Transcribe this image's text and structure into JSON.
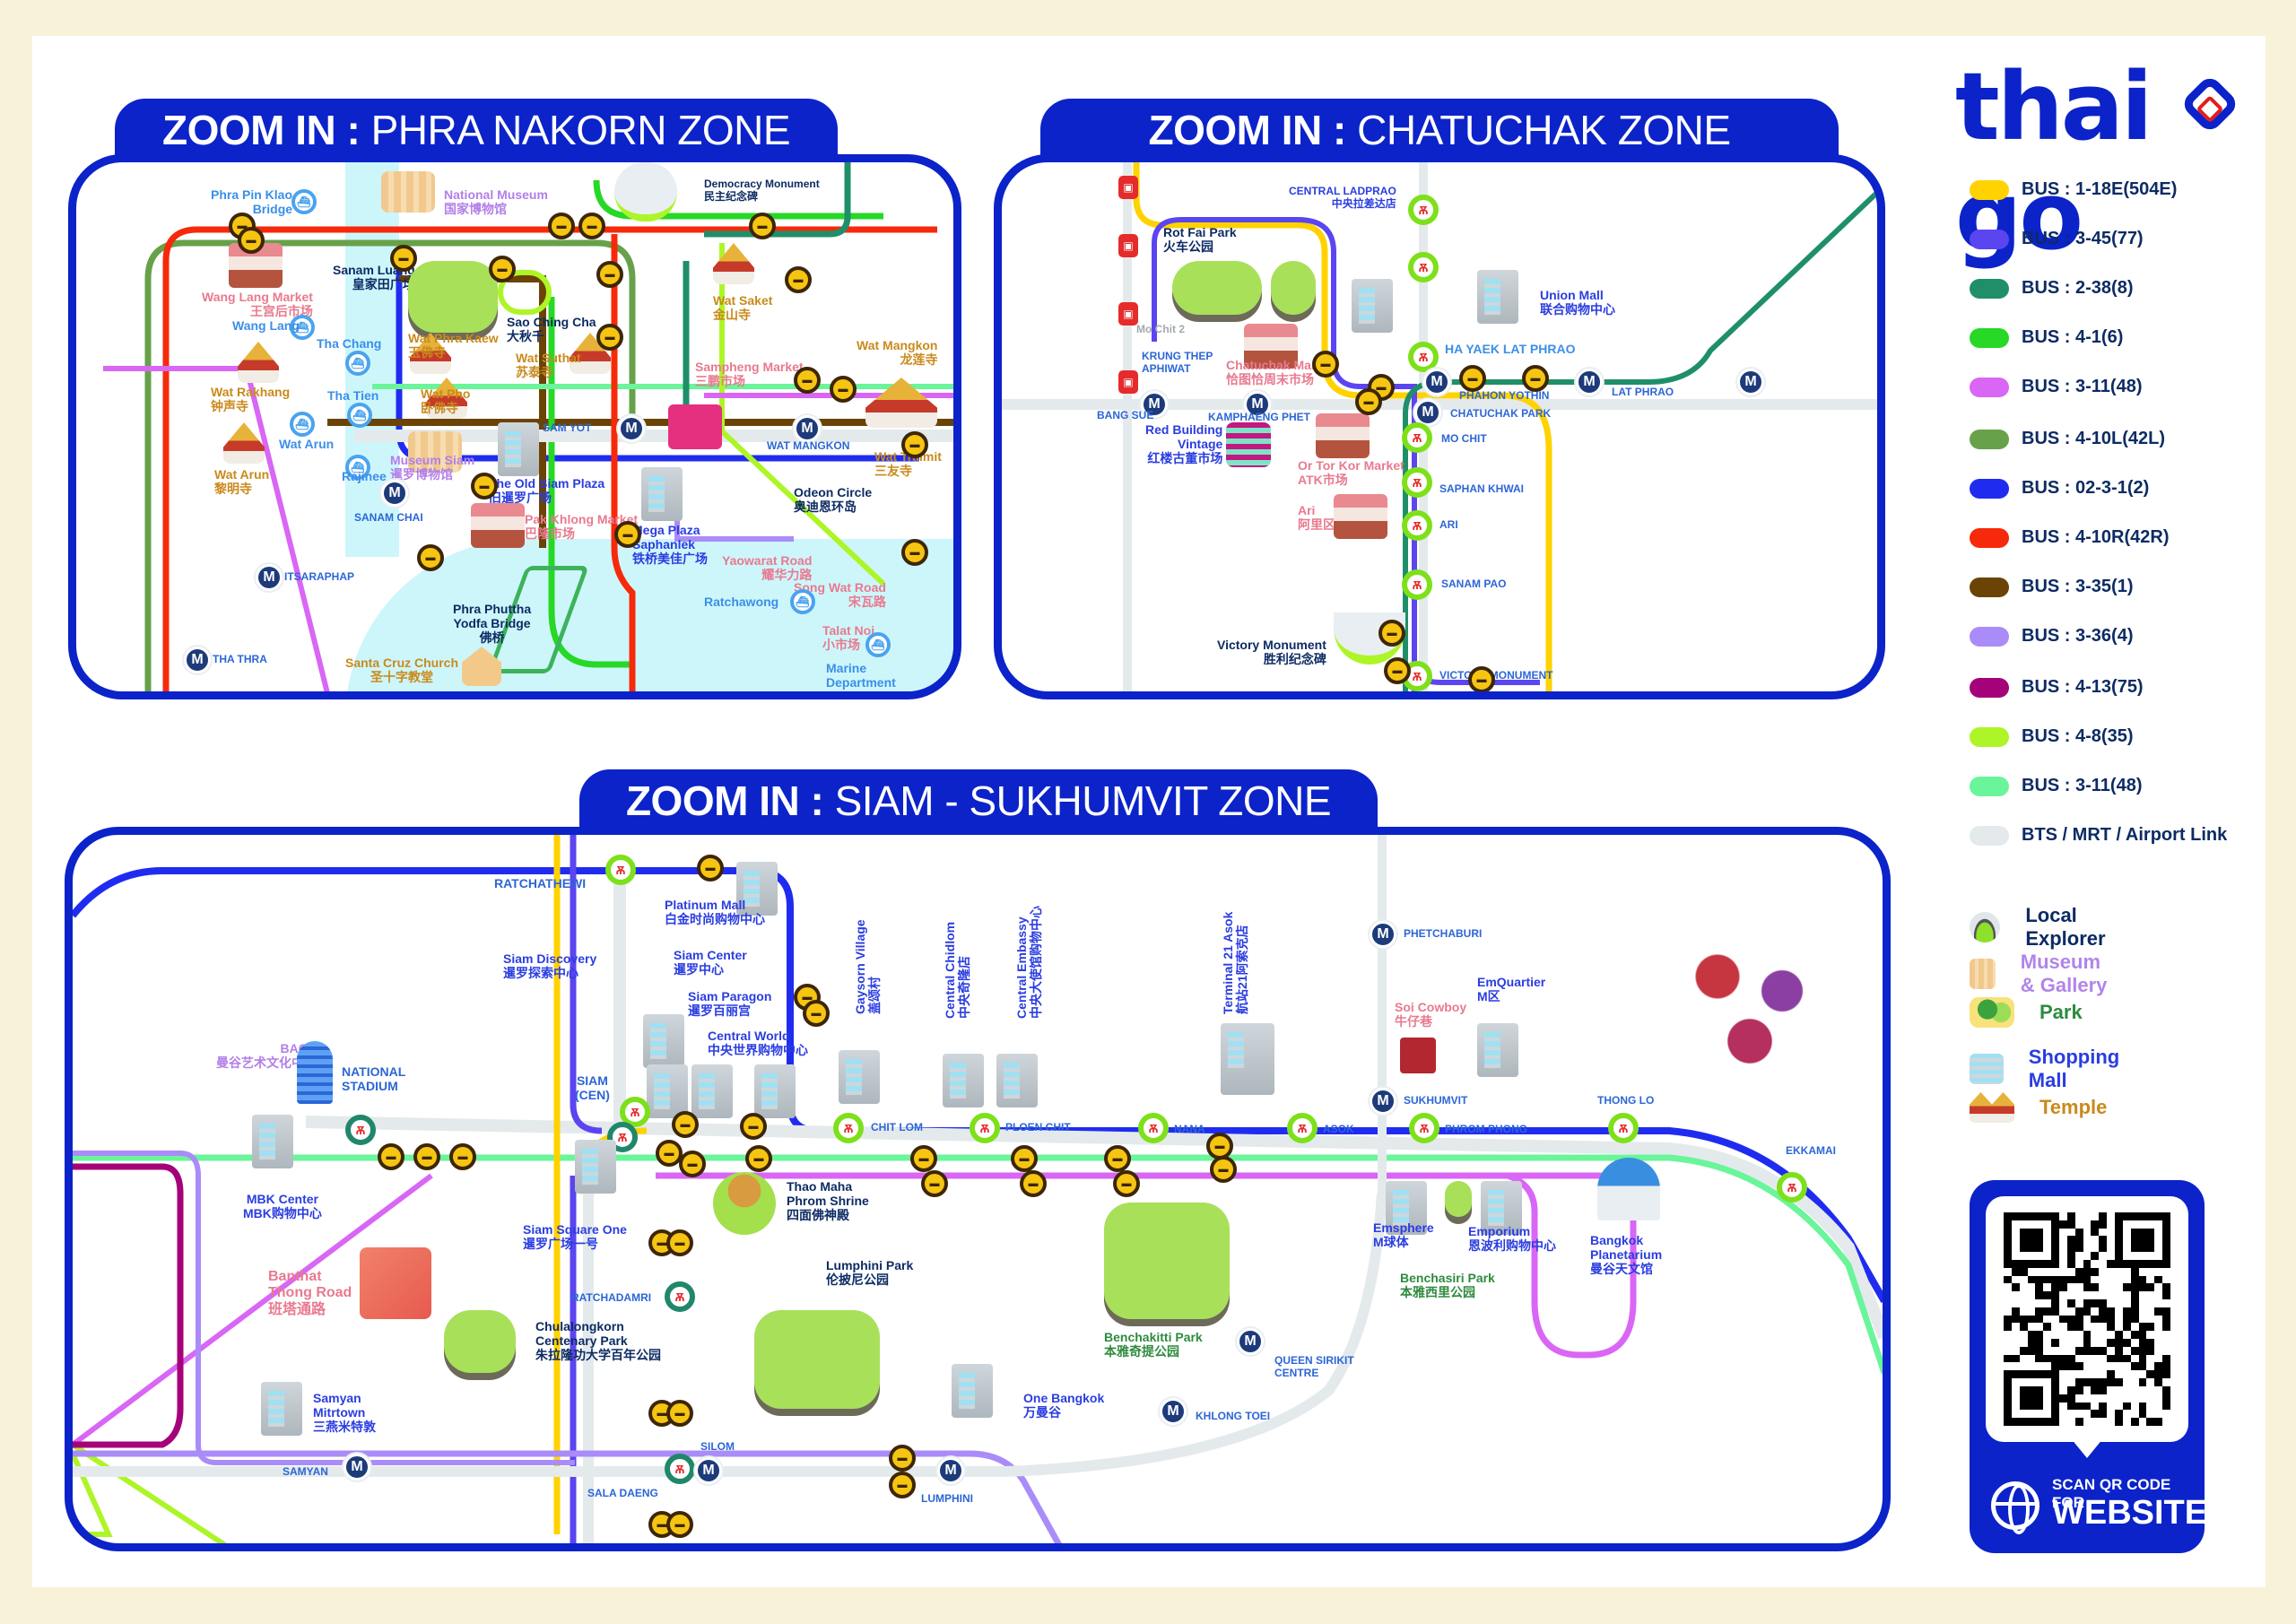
{
  "brand": {
    "name": "thai go",
    "color": "#0b23c9",
    "accent": "#e21d1d"
  },
  "zones": {
    "phra_nakorn": {
      "title_bold": "ZOOM IN :",
      "title": "PHRA NAKORN ZONE",
      "places": {
        "phra_pin_klao": "Phra Pin Klao\nBridge",
        "national_museum_en": "National Museum",
        "national_museum_cn": "国家博物馆",
        "democracy_en": "Democracy Monument",
        "democracy_cn": "民主纪念碑",
        "wang_lang_market_en": "Wang Lang Market",
        "wang_lang_market_cn": "王宫后市场",
        "wang_lang": "Wang Lang",
        "sanam_luang_en": "Sanam Luang",
        "sanam_luang_cn": "皇家田广场",
        "sao_ching_cha_en": "Sao Ching Cha",
        "sao_ching_cha_cn": "大秋千",
        "wat_suthat_en": "Wat Suthat",
        "wat_suthat_cn": "苏泰寺",
        "wat_saket_en": "Wat Saket",
        "wat_saket_cn": "金山寺",
        "tha_chang": "Tha Chang",
        "wat_phra_kaew_en": "Wat Phra Kaew",
        "wat_phra_kaew_cn": "玉佛寺",
        "wat_rakhang_en": "Wat Rakhang",
        "wat_rakhang_cn": "钟声寺",
        "tha_tien": "Tha Tien",
        "wat_pho_en": "Wat Pho",
        "wat_pho_cn": "卧佛寺",
        "wat_arun_pier": "Wat Arun",
        "wat_arun_en": "Wat Arun",
        "wat_arun_cn": "黎明寺",
        "rajinee": "Rajinee",
        "museum_siam_en": "Museum Siam",
        "museum_siam_cn": "暹罗博物馆",
        "sanam_chai": "SANAM CHAI",
        "sam_yot": "SAM YOT",
        "sampheng_en": "Sampheng Market",
        "sampheng_cn": "三鹏市场",
        "wat_mangkon_en": "Wat Mangkon",
        "wat_mangkon_cn": "龙莲寺",
        "wat_mangkon_station": "WAT MANGKON",
        "wat_traimit_en": "Wat Traimit",
        "wat_traimit_cn": "三友寺",
        "old_siam_en": "The Old Siam Plaza",
        "old_siam_cn": "旧暹罗广场",
        "pak_khlong_en": "Pak Khlong Market",
        "pak_khlong_cn": "巴隆市场",
        "mega_plaza_en": "Mega Plaza\nSaphanlek",
        "mega_plaza_cn": "铁桥美佳广场",
        "odeon_en": "Odeon Circle",
        "odeon_cn": "奥迪恩环岛",
        "yaowarat_en": "Yaowarat Road",
        "yaowarat_cn": "耀华力路",
        "song_wat_en": "Song Wat Road",
        "song_wat_cn": "宋瓦路",
        "ratchawong": "Ratchawong",
        "talat_noi_en": "Talat Noi",
        "talat_noi_cn": "小市场",
        "marine_dept": "Marine\nDepartment",
        "itsaraphap": "ITSARAPHAP",
        "phra_phuttha_en": "Phra Phuttha\nYodfa Bridge",
        "phra_phuttha_cn": "佛桥",
        "santa_cruz_en": "Santa Cruz Church",
        "santa_cruz_cn": "圣十字教堂",
        "tha_thra": "THA THRA"
      }
    },
    "chatuchak": {
      "title_bold": "ZOOM IN :",
      "title": "CHATUCHAK ZONE",
      "places": {
        "central_ladprao_en": "CENTRAL LADPRAO",
        "central_ladprao_cn": "中央拉差达店",
        "rot_fai_en": "Rot Fai Park",
        "rot_fai_cn": "火车公园",
        "mo_chit_2": "Mo Chit 2",
        "union_mall_en": "Union Mall",
        "union_mall_cn": "联合购物中心",
        "chatuchak_market_en": "Chatuchak Market",
        "chatuchak_market_cn": "恰图恰周末市场",
        "ha_yaek": "HA YAEK LAT PHRAO",
        "krung_thep": "KRUNG THEP\nAPHIWAT",
        "bang_sue": "BANG SUE",
        "kamphaeng_phet": "KAMPHAENG PHET",
        "phahon_yothin": "PHAHON YOTHIN",
        "lat_phrao": "LAT PHRAO",
        "chatuchak_park": "CHATUCHAK PARK",
        "mo_chit": "MO CHIT",
        "red_building_en": "Red Building\nVintage",
        "red_building_cn": "红楼古董市场",
        "or_tor_kor_en": "Or Tor Kor Market",
        "or_tor_kor_cn": "ATK市场",
        "saphan_khwai": "SAPHAN KHWAI",
        "ari_en": "Ari",
        "ari_cn": "阿里区",
        "ari_station": "ARI",
        "sanam_pao": "SANAM PAO",
        "victory_en": "Victory Monument",
        "victory_cn": "胜利纪念碑",
        "victory_station": "VICTORY MONUMENT"
      }
    },
    "siam_sukhumvit": {
      "title_bold": "ZOOM IN :",
      "title": "SIAM - SUKHUMVIT ZONE",
      "places": {
        "ratchathewi": "RATCHATHEWI",
        "platinum_en": "Platinum Mall",
        "platinum_cn": "白金时尚购物中心",
        "siam_discovery_en": "Siam Discovery",
        "siam_discovery_cn": "暹罗探索中心",
        "siam_center_en": "Siam Center",
        "siam_center_cn": "暹罗中心",
        "siam_paragon_en": "Siam Paragon",
        "siam_paragon_cn": "暹罗百丽宫",
        "central_world_en": "Central World",
        "central_world_cn": "中央世界购物中心",
        "gaysorn_en": "Gaysorn Village",
        "gaysorn_cn": "盖颂村",
        "central_chidlom_en": "Central Chidlom",
        "central_chidlom_cn": "中央奇隆店",
        "central_embassy_en": "Central Embassy",
        "central_embassy_cn": "中央大使馆购物中心",
        "terminal21_en": "Terminal 21 Asok",
        "terminal21_cn": "航站21阿索克店",
        "phetchaburi": "PHETCHABURI",
        "soi_cowboy_en": "Soi Cowboy",
        "soi_cowboy_cn": "牛仔巷",
        "sukhumvit": "SUKHUMVIT",
        "emquartier_en": "EmQuartier",
        "emquartier_cn": "M区",
        "bacc_en": "BACC",
        "bacc_cn": "曼谷艺术文化中心",
        "national_stadium": "NATIONAL\nSTADIUM",
        "siam_cen": "SIAM\n(CEN)",
        "chit_lom": "CHIT LOM",
        "ploen_chit": "PLOEN CHIT",
        "nana": "NANA",
        "asok": "ASOK",
        "phrom_phong": "PHROM PHONG",
        "thong_lo": "THONG LO",
        "ekkamai": "EKKAMAI",
        "mbk_en": "MBK Center",
        "mbk_cn": "MBK购物中心",
        "thao_maha_en": "Thao Maha\nPhrom Shrine",
        "thao_maha_cn": "四面佛神殿",
        "siam_square_en": "Siam Square One",
        "siam_square_cn": "暹罗广场一号",
        "banthat_en": "Banthat\nThong Road",
        "banthat_cn": "班塔通路",
        "ratchadamri": "RATCHADAMRI",
        "chula_park_en": "Chulalongkorn\nCentenary Park",
        "chula_park_cn": "朱拉隆功大学百年公园",
        "lumphini_park_en": "Lumphini Park",
        "lumphini_park_cn": "伦披尼公园",
        "benchakitti_en": "Benchakitti Park",
        "benchakitti_cn": "本雅奇提公园",
        "queen_sirikit": "QUEEN SIRIKIT\nCENTRE",
        "emsphere_en": "Emsphere",
        "emsphere_cn": "M球体",
        "emporium_en": "Emporium",
        "emporium_cn": "恩波利购物中心",
        "benchasiri_en": "Benchasiri Park",
        "benchasiri_cn": "本雅西里公园",
        "planetarium_en": "Bangkok\nPlanetarium",
        "planetarium_cn": "曼谷天文馆",
        "samyan_mitrtown_en": "Samyan\nMitrtown",
        "samyan_mitrtown_cn": "三燕米特敦",
        "one_bangkok_en": "One Bangkok",
        "one_bangkok_cn": "万曼谷",
        "khlong_toei": "KHLONG TOEI",
        "samyan": "SAMYAN",
        "silom": "SILOM",
        "sala_daeng": "SALA DAENG",
        "lumphini": "LUMPHINI"
      }
    }
  },
  "legend": {
    "routes": [
      {
        "label": "BUS : 1-18E(504E)",
        "color": "#ffd200"
      },
      {
        "label": "BUS : 3-45(77)",
        "color": "#5b45f0"
      },
      {
        "label": "BUS : 2-38(8)",
        "color": "#1f8f6a"
      },
      {
        "label": "BUS : 4-1(6)",
        "color": "#27d827"
      },
      {
        "label": "BUS : 3-11(48)",
        "color": "#d966f5"
      },
      {
        "label": "BUS : 4-10L(42L)",
        "color": "#67a14a"
      },
      {
        "label": "BUS : 02-3-1(2)",
        "color": "#1f2cf0"
      },
      {
        "label": "BUS : 4-10R(42R)",
        "color": "#f62a0a"
      },
      {
        "label": "BUS : 3-35(1)",
        "color": "#6b4304"
      },
      {
        "label": "BUS : 3-36(4)",
        "color": "#aa8cf8"
      },
      {
        "label": "BUS : 4-13(75)",
        "color": "#a5027a"
      },
      {
        "label": "BUS : 4-8(35)",
        "color": "#adf527"
      },
      {
        "label": "BUS : 3-11(48)",
        "color": "#6af59a"
      },
      {
        "label": "BTS / MRT / Airport Link",
        "color": "#e4eaec"
      }
    ],
    "categories": [
      {
        "label": "Local Explorer",
        "color": "#0d2b63",
        "icon": "monument-icon"
      },
      {
        "label": "Museum & Gallery",
        "color": "#b085ea",
        "icon": "museum-icon"
      },
      {
        "label": "Park",
        "color": "#2e8b3e",
        "icon": "park-icon"
      },
      {
        "label": "Shopping Mall",
        "color": "#2a3de0",
        "icon": "mall-icon"
      },
      {
        "label": "Temple",
        "color": "#c98a1c",
        "icon": "temple-icon"
      }
    ]
  },
  "qr": {
    "caption_top": "SCAN QR CODE FOR",
    "caption_main": "WEBSITE"
  },
  "icons": {
    "bus_stop": "bus-stop-icon",
    "mrt": "M",
    "bts": "bts-icon",
    "pier": "pier-icon",
    "train": "train-icon"
  }
}
